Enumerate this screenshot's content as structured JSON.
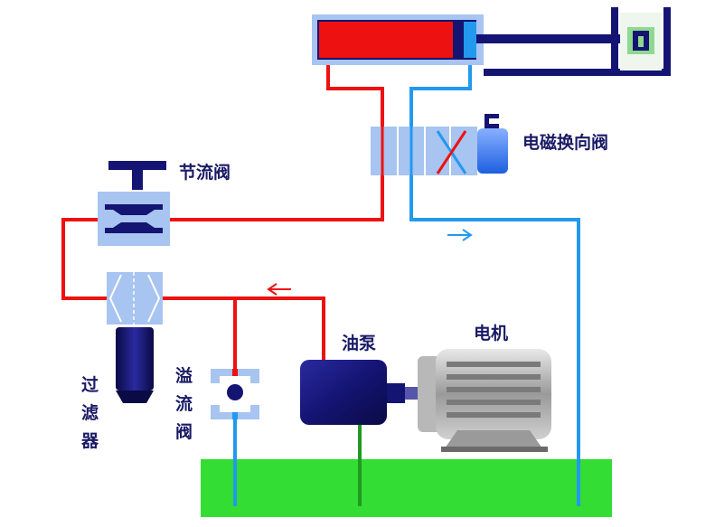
{
  "labels": {
    "solenoid_valve": "电磁换向阀",
    "throttle_valve": "节流阀",
    "filter_1": "过",
    "filter_2": "滤",
    "filter_3": "器",
    "relief_1": "溢",
    "relief_2": "流",
    "relief_3": "阀",
    "oil_pump": "油泵",
    "motor": "电机"
  },
  "colors": {
    "pressure_line": "#ee1111",
    "return_line": "#2299ee",
    "tank": "#33dd33",
    "component_dark": "#141473",
    "component_light": "#a8c4f0"
  }
}
